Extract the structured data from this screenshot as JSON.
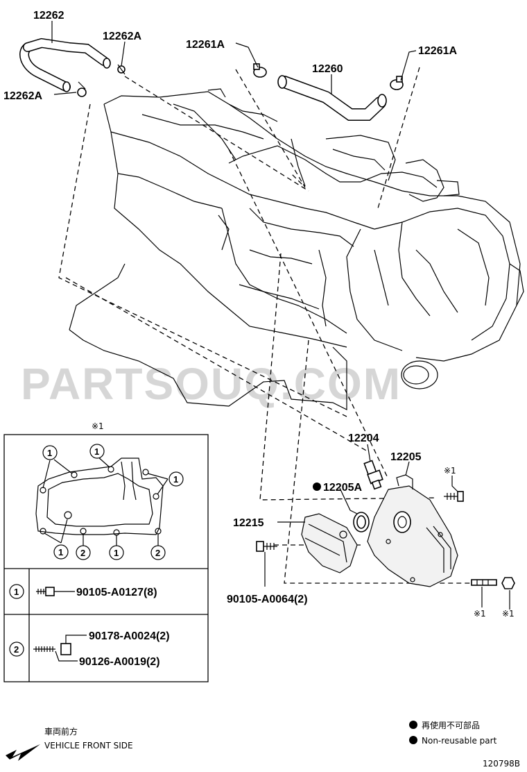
{
  "watermark": "PARTSOUQ.COM",
  "diagram_id": "120798B",
  "parts": {
    "p12262": "12262",
    "p12262A_top": "12262A",
    "p12262A_left": "12262A",
    "p12261A_left": "12261A",
    "p12260": "12260",
    "p12261A_right": "12261A",
    "p12204": "12204",
    "p12205": "12205",
    "p12205A": "12205A",
    "p12215": "12215",
    "p90105_A0064": "90105-A0064(2)",
    "note_x1_top": "※1",
    "note_x1_mid": "※1",
    "note_x1_a": "※1",
    "note_x1_b": "※1"
  },
  "inset": {
    "title_mark": "※1",
    "callout": "1",
    "callout2": "2",
    "row1_key": "1",
    "row1_part": "90105-A0127(8)",
    "row2_key": "2",
    "row2_part_a": "90178-A0024(2)",
    "row2_part_b": "90126-A0019(2)"
  },
  "legend": {
    "front_jp": "車両前方",
    "front_en": "VEHICLE FRONT SIDE",
    "nonreuse_jp": "再使用不可部品",
    "nonreuse_en": "Non-reusable part"
  }
}
